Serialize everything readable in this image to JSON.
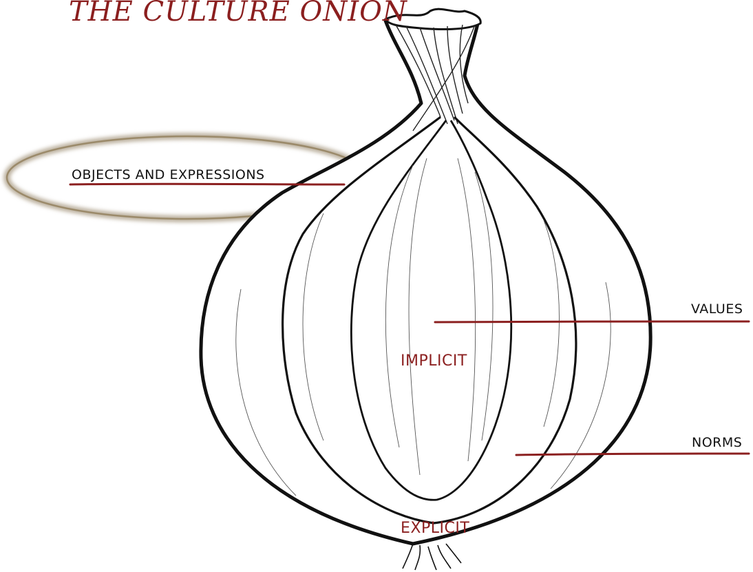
{
  "title": "THE CULTURE ONION",
  "labels": {
    "objects": "OBJECTS AND EXPRESSIONS",
    "values": "VALUES",
    "norms": "NORMS",
    "implicit": "IMPLICIT",
    "explicit": "EXPLICIT"
  },
  "colors": {
    "accent": "#8b1f1f",
    "ink": "#111111",
    "highlight_ring": "#9b8a6a"
  }
}
